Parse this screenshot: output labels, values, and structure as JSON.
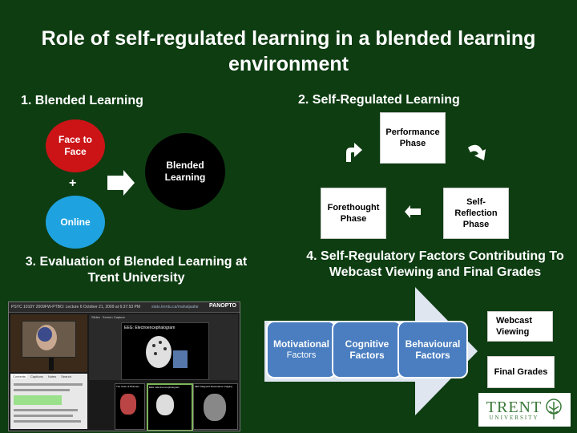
{
  "title": "Role of self-regulated learning in a blended learning environment",
  "section1": {
    "heading": "1.  Blended Learning",
    "face_to_face": "Face to Face",
    "plus": "+",
    "online": "Online",
    "blended": "Blended Learning"
  },
  "section2": {
    "heading": "2.  Self-Regulated Learning",
    "performance": "Performance Phase",
    "self_reflection": "Self-Reflection Phase",
    "forethought": "Forethought Phase"
  },
  "section3": {
    "heading": "3.  Evaluation of Blended Learning at Trent University",
    "screenshot": {
      "header_text": "PSYC 1010Y 2009FW-PTBO: Lecture 6 October 21, 2009 at 6:37:53 PM",
      "url_text": "stats.trentu.ca/mahaljaafar",
      "logo": "PANOPTO",
      "slide_title": "EEG: Electroencephalogram",
      "thumb1": "The Case of Phineas...",
      "thumb2": "EEG: Electroencephalogram",
      "thumb3": "MRI: Magnetic Resonance Imaging",
      "tabs": [
        "Contents",
        "Captions",
        "Notes",
        "Search"
      ],
      "side_tabs": [
        "Slides",
        "Screen Capture"
      ]
    }
  },
  "section4": {
    "heading": "4.  Self-Regulatory Factors Contributing To Webcast Viewing and Final Grades",
    "motivational": "Motivational",
    "motivational_sub": "Factors",
    "cognitive": "Cognitive Factors",
    "behavioural": "Behavioural Factors",
    "webcast": "Webcast Viewing",
    "final_grades": "Final Grades",
    "logo_main": "TRENT",
    "logo_sub": "UNIVERSITY"
  },
  "colors": {
    "background": "#0e3d12",
    "face_to_face": "#cc1417",
    "online": "#1fa3e0",
    "blended": "#000000",
    "factor_box": "#4a7ec0",
    "logo_green": "#3a7a3a"
  }
}
